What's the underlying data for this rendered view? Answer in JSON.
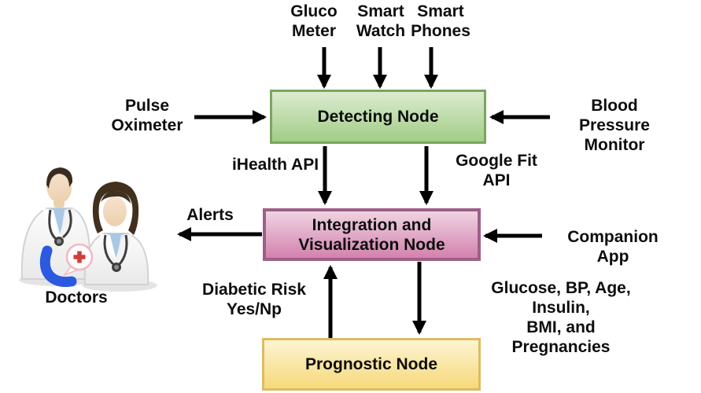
{
  "nodes": {
    "detecting": {
      "label": "Detecting Node"
    },
    "integration": {
      "label": "Integration and\nVisualization Node"
    },
    "prognostic": {
      "label": "Prognostic Node"
    }
  },
  "labels": {
    "gluco_meter": "Gluco\nMeter",
    "smart_watch": "Smart\nWatch",
    "smart_phones": "Smart\nPhones",
    "pulse_oximeter": "Pulse\nOximeter",
    "blood_pressure_monitor": "Blood Pressure\nMonitor",
    "ihealth_api": "iHealth API",
    "google_fit_api": "Google Fit\nAPI",
    "alerts": "Alerts",
    "companion_app": "Companion App",
    "diabetic_risk": "Diabetic Risk\nYes/Np",
    "prognostic_inputs": "Glucose, BP, Age, Insulin,\nBMI, and Pregnancies",
    "doctors": "Doctors"
  },
  "icons": {
    "doctors_illustration": "two-doctors-with-stethoscopes",
    "phone_icon": "blue-phone-handset",
    "medical_cross_icon": "red-plus-in-pink-circle"
  },
  "colors": {
    "background": "#ffffff",
    "arrow": "#000000",
    "text": "#0d0d0d",
    "detecting_fill_top": "#dcebd0",
    "detecting_fill_bottom": "#a2cd87",
    "detecting_border": "#7ba55e",
    "integration_fill_top": "#efd3e2",
    "integration_fill_bottom": "#d382ae",
    "integration_border": "#9d5f87",
    "prognostic_fill_top": "#fdf4d2",
    "prognostic_fill_bottom": "#f6d97b",
    "prognostic_border": "#dcbc60",
    "phone_blue": "#2b59df",
    "cross_red": "#d23c36",
    "badge_ring_pink": "#f0b9c2"
  }
}
